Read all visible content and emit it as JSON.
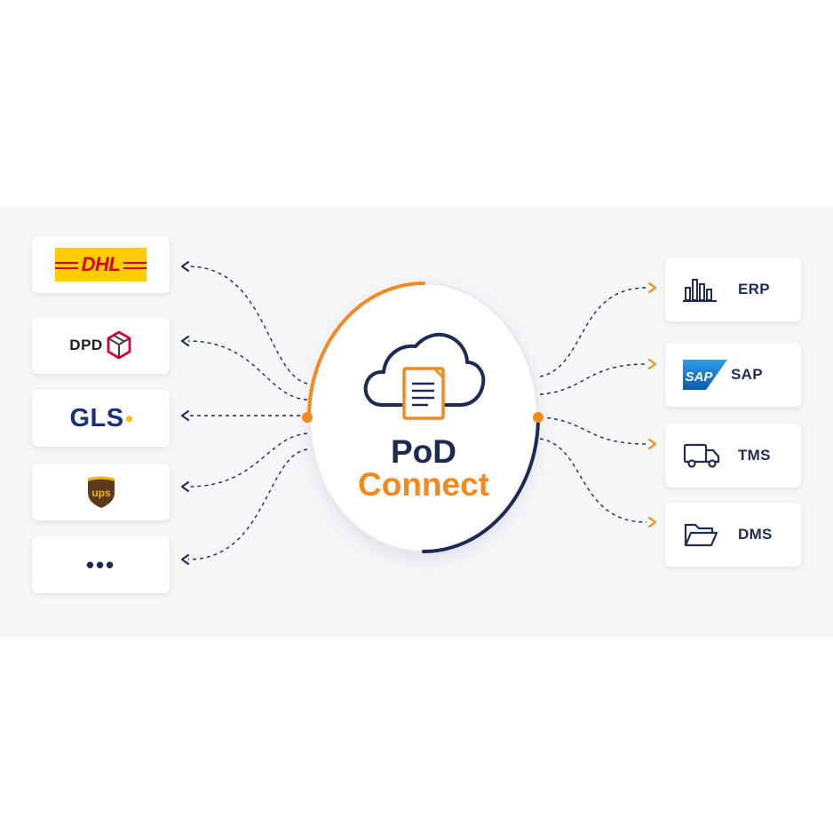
{
  "center": {
    "title_line1": "PoD",
    "title_line2": "Connect",
    "icon": "cloud-document-icon"
  },
  "carriers": [
    {
      "id": "dhl",
      "label": "DHL",
      "icon": "dhl-logo"
    },
    {
      "id": "dpd",
      "label": "DPD",
      "icon": "dpd-cube-logo"
    },
    {
      "id": "gls",
      "label": "GLS",
      "icon": "gls-logo"
    },
    {
      "id": "ups",
      "label": "ups",
      "icon": "ups-shield-logo"
    },
    {
      "id": "more",
      "label": "•••",
      "icon": "more-dots"
    }
  ],
  "systems": [
    {
      "id": "erp",
      "label": "ERP",
      "icon": "bar-chart-icon"
    },
    {
      "id": "sap",
      "label": "SAP",
      "icon": "sap-logo",
      "logo_text": "SAP"
    },
    {
      "id": "tms",
      "label": "TMS",
      "icon": "truck-icon"
    },
    {
      "id": "dms",
      "label": "DMS",
      "icon": "folder-icon"
    }
  ],
  "colors": {
    "navy": "#1c2a55",
    "orange": "#f28a1f",
    "dhl_yellow": "#ffcc00",
    "dhl_red": "#d40511",
    "dpd_red": "#dc0032",
    "gls_blue": "#18307e",
    "gls_yellow": "#f5c400",
    "ups_brown": "#5a3a1a",
    "ups_gold": "#f5b400",
    "sap_blue": "#1a73c8"
  }
}
